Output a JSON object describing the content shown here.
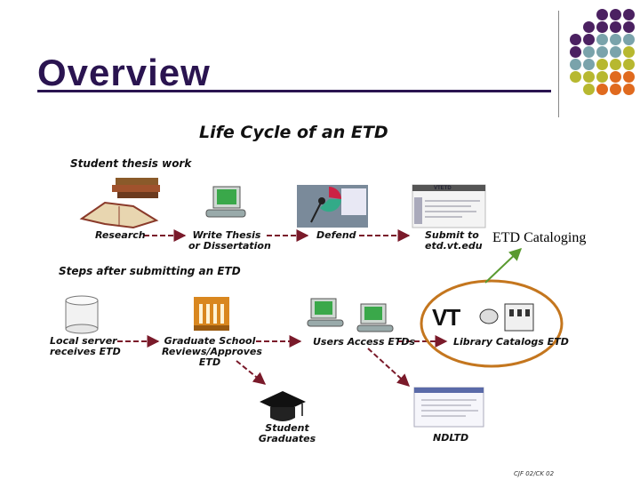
{
  "slide": {
    "title": "Overview",
    "footer": "CJF 02/CK 02"
  },
  "diagram": {
    "heading": "Life Cycle of an ETD",
    "section_top": "Student thesis work",
    "section_bottom": "Steps after submitting an ETD",
    "nodes": {
      "research": "Research",
      "write_1": "Write Thesis",
      "write_2": "or Dissertation",
      "defend": "Defend",
      "submit_1": "Submit to",
      "submit_2": "etd.vt.edu",
      "local_1": "Local server",
      "local_2": "receives ETD",
      "grad_1": "Graduate School",
      "grad_2": "Reviews/Approves",
      "grad_3": "ETD",
      "users": "Users Access ETDs",
      "library": "Library Catalogs ETD",
      "student_1": "Student",
      "student_2": "Graduates",
      "ndltd": "NDLTD",
      "vt_logo": "VT",
      "vtetd_header": "VTETD"
    },
    "callout": "ETD Cataloging"
  },
  "colors": {
    "title": "#2a1450",
    "purple": "#4b2161",
    "teal": "#7aa3ab",
    "olive": "#b7b830",
    "orange": "#e06a1e",
    "arrow": "#7a1a2a",
    "circle": "#c4761e",
    "callout_arrow": "#5a9a30"
  }
}
